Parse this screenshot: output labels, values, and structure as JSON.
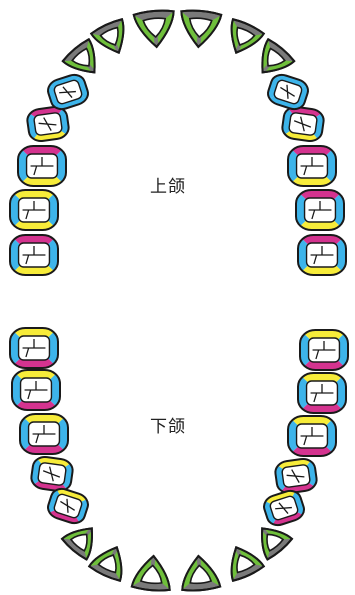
{
  "labels": {
    "upper": "上颌",
    "lower": "下颌"
  },
  "colors": {
    "outline": "#1a1a1a",
    "gray": "#7a7a7a",
    "green": "#6fbf3b",
    "blue": "#3db4ea",
    "magenta": "#d4338f",
    "yellow": "#f7ec3a",
    "white": "#ffffff"
  },
  "teeth": {
    "upper_molars": [
      {
        "side": "left",
        "n": 1,
        "top": "magenta",
        "right": "blue",
        "bottom": "yellow",
        "left": "blue"
      },
      {
        "side": "left",
        "n": 2,
        "top": "yellow",
        "right": "blue",
        "bottom": "yellow",
        "left": "blue"
      },
      {
        "side": "left",
        "n": 3,
        "top": "magenta",
        "right": "blue",
        "bottom": "yellow",
        "left": "blue"
      },
      {
        "side": "right",
        "n": 1,
        "top": "magenta",
        "right": "blue",
        "bottom": "yellow",
        "left": "blue"
      },
      {
        "side": "right",
        "n": 2,
        "top": "magenta",
        "right": "blue",
        "bottom": "yellow",
        "left": "blue"
      },
      {
        "side": "right",
        "n": 3,
        "top": "magenta",
        "right": "blue",
        "bottom": "yellow",
        "left": "blue"
      }
    ],
    "upper_premolars": [
      {
        "side": "left",
        "n": 1,
        "top": "magenta",
        "bottom": "yellow",
        "left": "blue",
        "right": "blue"
      },
      {
        "side": "left",
        "n": 2,
        "top": "blue",
        "bottom": "blue",
        "left": "blue",
        "right": "blue"
      },
      {
        "side": "right",
        "n": 1,
        "top": "magenta",
        "bottom": "yellow",
        "left": "blue",
        "right": "blue"
      },
      {
        "side": "right",
        "n": 2,
        "top": "blue",
        "bottom": "blue",
        "left": "blue",
        "right": "blue"
      }
    ],
    "lower_molars": [
      {
        "side": "left",
        "n": 1,
        "top": "yellow",
        "right": "blue",
        "bottom": "magenta",
        "left": "blue"
      },
      {
        "side": "left",
        "n": 2,
        "top": "yellow",
        "right": "blue",
        "bottom": "magenta",
        "left": "blue"
      },
      {
        "side": "left",
        "n": 3,
        "top": "yellow",
        "right": "blue",
        "bottom": "magenta",
        "left": "blue"
      },
      {
        "side": "right",
        "n": 1,
        "top": "yellow",
        "right": "blue",
        "bottom": "magenta",
        "left": "blue"
      },
      {
        "side": "right",
        "n": 2,
        "top": "yellow",
        "right": "blue",
        "bottom": "magenta",
        "left": "blue"
      },
      {
        "side": "right",
        "n": 3,
        "top": "yellow",
        "right": "blue",
        "bottom": "magenta",
        "left": "blue"
      }
    ],
    "lower_premolars": [
      {
        "side": "left",
        "n": 1,
        "top": "yellow",
        "bottom": "magenta",
        "left": "blue",
        "right": "blue"
      },
      {
        "side": "left",
        "n": 2,
        "top": "yellow",
        "bottom": "magenta",
        "left": "blue",
        "right": "blue"
      },
      {
        "side": "right",
        "n": 1,
        "top": "yellow",
        "bottom": "magenta",
        "left": "blue",
        "right": "blue"
      },
      {
        "side": "right",
        "n": 2,
        "top": "yellow",
        "bottom": "magenta",
        "left": "blue",
        "right": "blue"
      }
    ]
  }
}
